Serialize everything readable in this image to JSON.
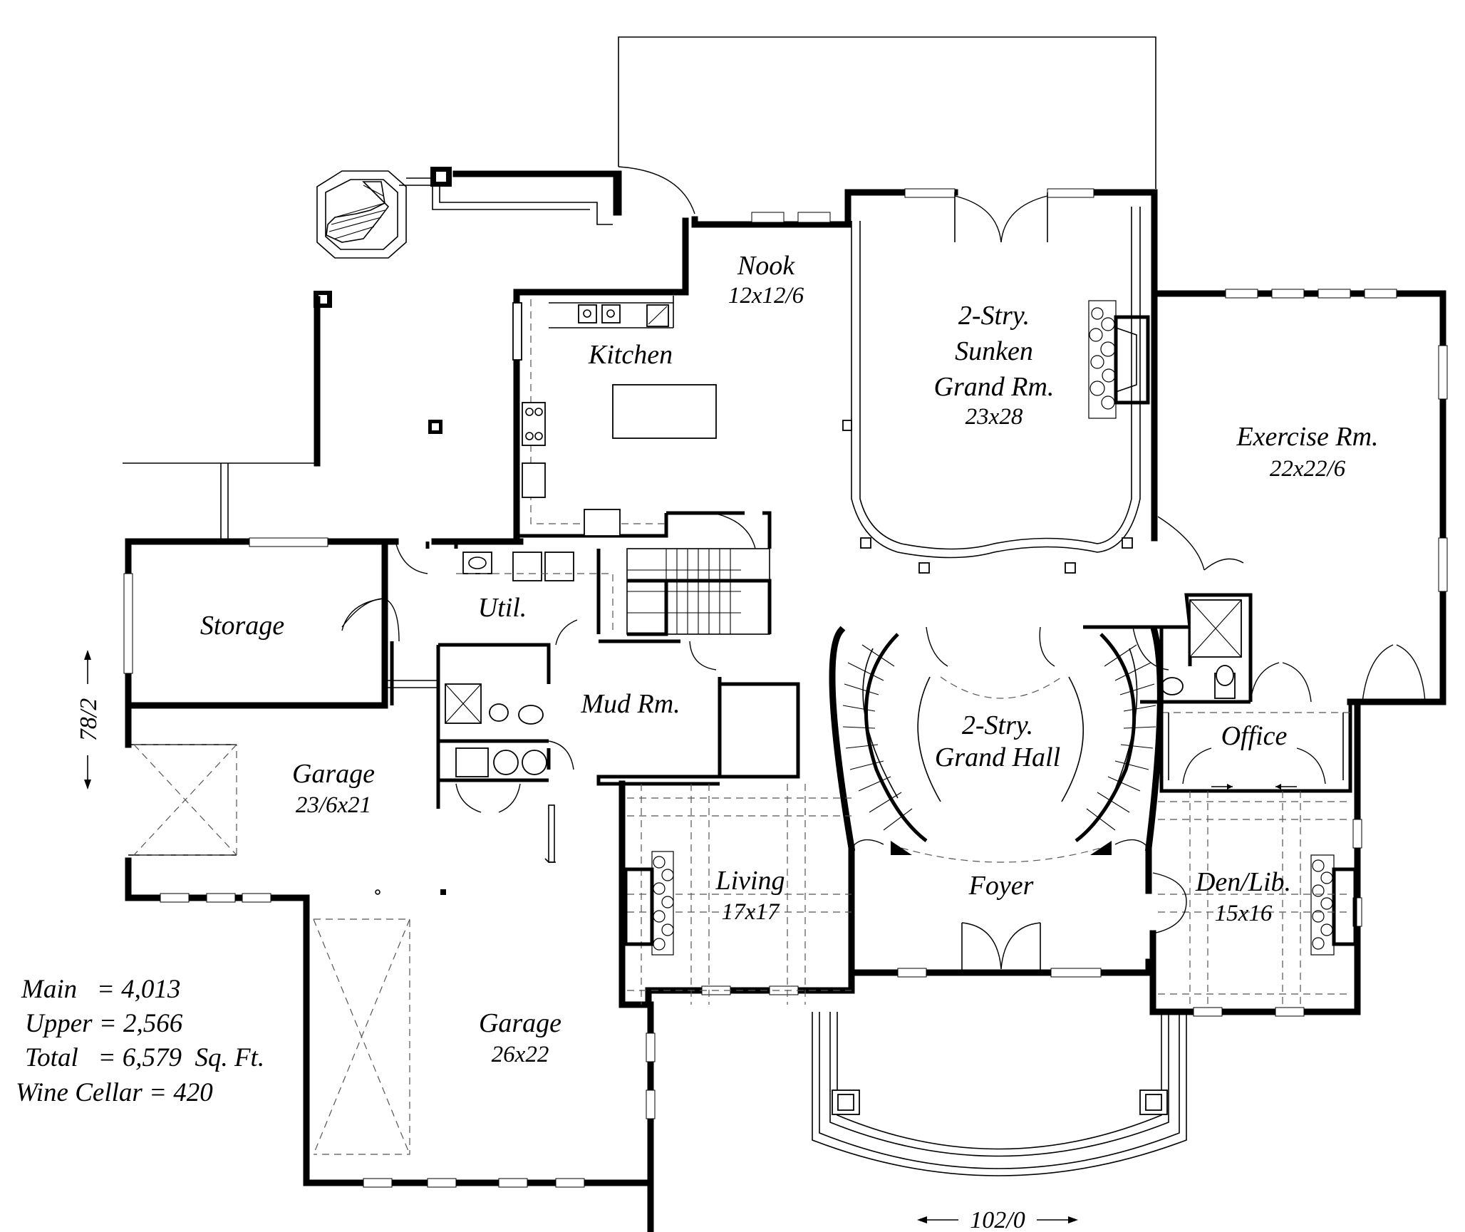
{
  "rooms": {
    "nook": {
      "name": "Nook",
      "size": "12x12/6"
    },
    "kitchen": {
      "name": "Kitchen"
    },
    "grandrm": {
      "line1": "2-Stry.",
      "line2": "Sunken",
      "line3": "Grand Rm.",
      "size": "23x28"
    },
    "exercise": {
      "name": "Exercise Rm.",
      "size": "22x22/6"
    },
    "storage": {
      "name": "Storage"
    },
    "util": {
      "name": "Util."
    },
    "mudrm": {
      "name": "Mud Rm."
    },
    "grandhall": {
      "line1": "2-Stry.",
      "line2": "Grand Hall"
    },
    "office": {
      "name": "Office"
    },
    "garage1": {
      "name": "Garage",
      "size": "23/6x21"
    },
    "living": {
      "name": "Living",
      "size": "17x17"
    },
    "foyer": {
      "name": "Foyer"
    },
    "denlib": {
      "name": "Den/Lib.",
      "size": "15x16"
    },
    "garage2": {
      "name": "Garage",
      "size": "26x22"
    }
  },
  "stats": {
    "main": "Main   = 4,013",
    "upper": "Upper = 2,566",
    "total": "Total   = 6,579  Sq. Ft.",
    "wine": "Wine Cellar = 420"
  },
  "dimensions": {
    "depth": "78/2",
    "width": "102/0"
  }
}
